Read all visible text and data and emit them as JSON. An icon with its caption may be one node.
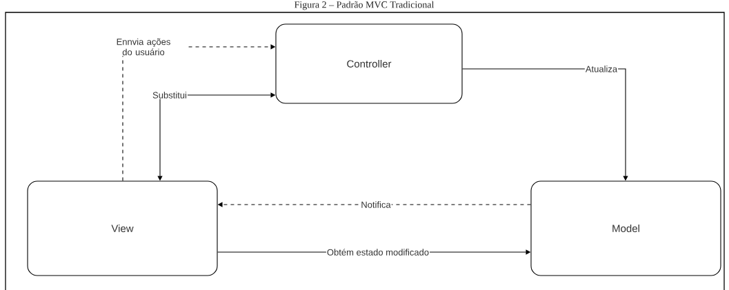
{
  "diagram": {
    "title": "Figura 2 – Padrão MVC Tradicional",
    "nodes": [
      {
        "text": [
          "Controller"
        ]
      },
      {
        "text": [
          "View"
        ]
      },
      {
        "text": [
          "Model"
        ]
      }
    ],
    "edges": [
      {
        "from": 1,
        "to": 0,
        "arrow": "to",
        "style": "dashed",
        "label": "Ennvia ações do usuário"
      },
      {
        "from": 0,
        "to": 1,
        "arrow": "both",
        "label": "Substitui"
      },
      {
        "from": 0,
        "to": 2,
        "arrow": "to",
        "label": "Atualiza"
      },
      {
        "from": 2,
        "to": 1,
        "arrow": "to",
        "style": "dashed",
        "label": "Notifica"
      },
      {
        "from": 1,
        "to": 2,
        "arrow": "to",
        "label": "Obtém estado modificado"
      }
    ]
  }
}
